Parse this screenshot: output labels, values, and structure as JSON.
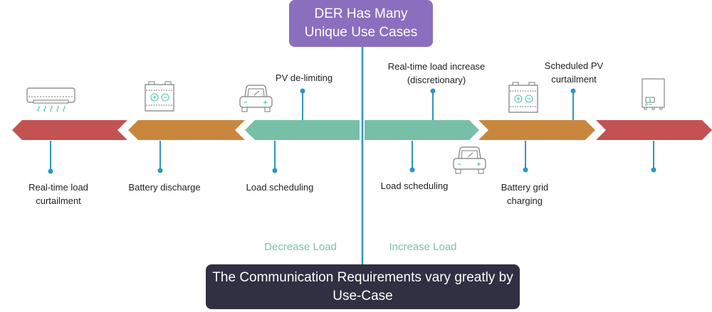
{
  "title": {
    "line1": "DER Has Many",
    "line2": "Unique Use Cases"
  },
  "footer": {
    "line1": "The Communication Requirements vary greatly by",
    "line2": "Use-Case"
  },
  "directions": {
    "decrease": "Decrease Load",
    "increase": "Increase Load"
  },
  "colors": {
    "purple": "#8a6fbe",
    "dark": "#312f42",
    "red": "#c45252",
    "orange": "#c9873e",
    "teal": "#77bfa7",
    "connector": "#2f95bf",
    "icon_stroke": "#7a7a7a",
    "icon_accent": "#4fc9b5",
    "direction_text": "#7dc4a6"
  },
  "segments": [
    {
      "side": "decrease",
      "color": "red"
    },
    {
      "side": "decrease",
      "color": "orange"
    },
    {
      "side": "decrease",
      "color": "teal"
    },
    {
      "side": "increase",
      "color": "teal"
    },
    {
      "side": "increase",
      "color": "orange"
    },
    {
      "side": "increase",
      "color": "red"
    }
  ],
  "use_cases_above": [
    {
      "label_lines": [
        "PV de-limiting"
      ]
    },
    {
      "label_lines": [
        "Real-time load increase",
        "(discretionary)"
      ]
    },
    {
      "label_lines": [
        "Scheduled PV",
        "curtailment"
      ]
    }
  ],
  "use_cases_below": [
    {
      "label_lines": [
        "Real-time load",
        "curtailment"
      ]
    },
    {
      "label_lines": [
        "Battery discharge"
      ]
    },
    {
      "label_lines": [
        "Load scheduling"
      ]
    },
    {
      "label_lines": [
        "Load scheduling"
      ]
    },
    {
      "label_lines": [
        "Battery grid",
        "charging"
      ]
    },
    {
      "label_lines": []
    }
  ],
  "icons": [
    {
      "name": "air-conditioner-icon"
    },
    {
      "name": "battery-icon"
    },
    {
      "name": "electric-car-icon"
    },
    {
      "name": "electric-car-icon"
    },
    {
      "name": "battery-icon"
    },
    {
      "name": "inverter-icon"
    }
  ]
}
